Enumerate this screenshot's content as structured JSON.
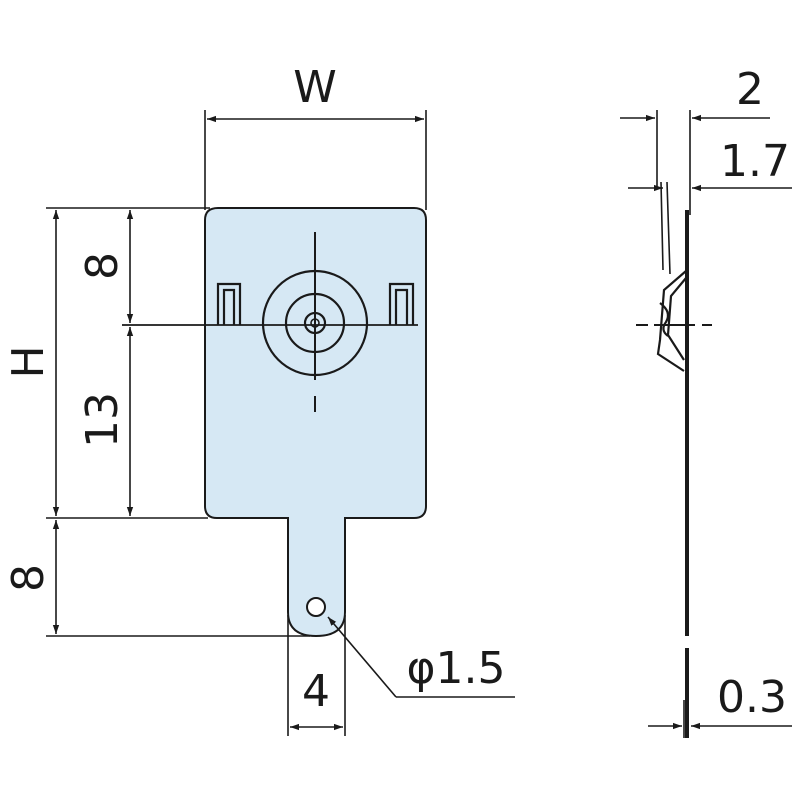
{
  "drawing": {
    "plate_fill": "#d6e8f4",
    "line_color": "#1a1a1a",
    "labels": {
      "width": "W",
      "height": "H",
      "upper_offset": "8",
      "center_to_bottom": "13",
      "tab_length": "8",
      "tab_width": "4",
      "hole_diameter": "φ1.5",
      "side_total_thickness": "2",
      "side_depth": "1.7",
      "material_thickness": "0.3"
    }
  }
}
